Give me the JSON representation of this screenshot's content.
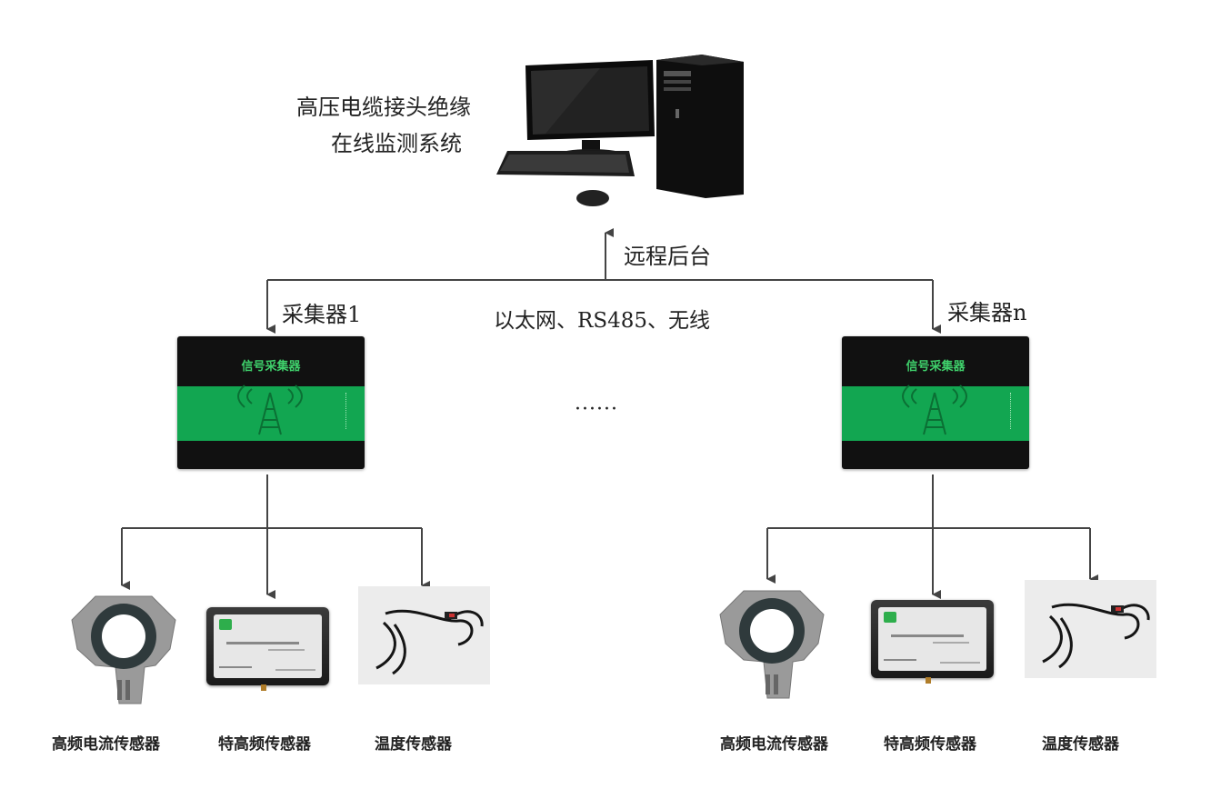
{
  "system": {
    "title_line1": "高压电缆接头绝缘",
    "title_line2": "在线监测系统"
  },
  "backend_label": "远程后台",
  "network_label": "以太网、RS485、无线",
  "ellipsis": "······",
  "collectors": [
    {
      "name": "采集器1",
      "device_label": "信号采集器"
    },
    {
      "name": "采集器n",
      "device_label": "信号采集器"
    }
  ],
  "sensors_left": [
    {
      "name": "高频电流传感器"
    },
    {
      "name": "特高频传感器"
    },
    {
      "name": "温度传感器"
    }
  ],
  "sensors_right": [
    {
      "name": "高频电流传感器"
    },
    {
      "name": "特高频传感器"
    },
    {
      "name": "温度传感器"
    }
  ],
  "colors": {
    "line": "#444444",
    "collector_green": "#12a651",
    "collector_text": "#3fd06b"
  }
}
